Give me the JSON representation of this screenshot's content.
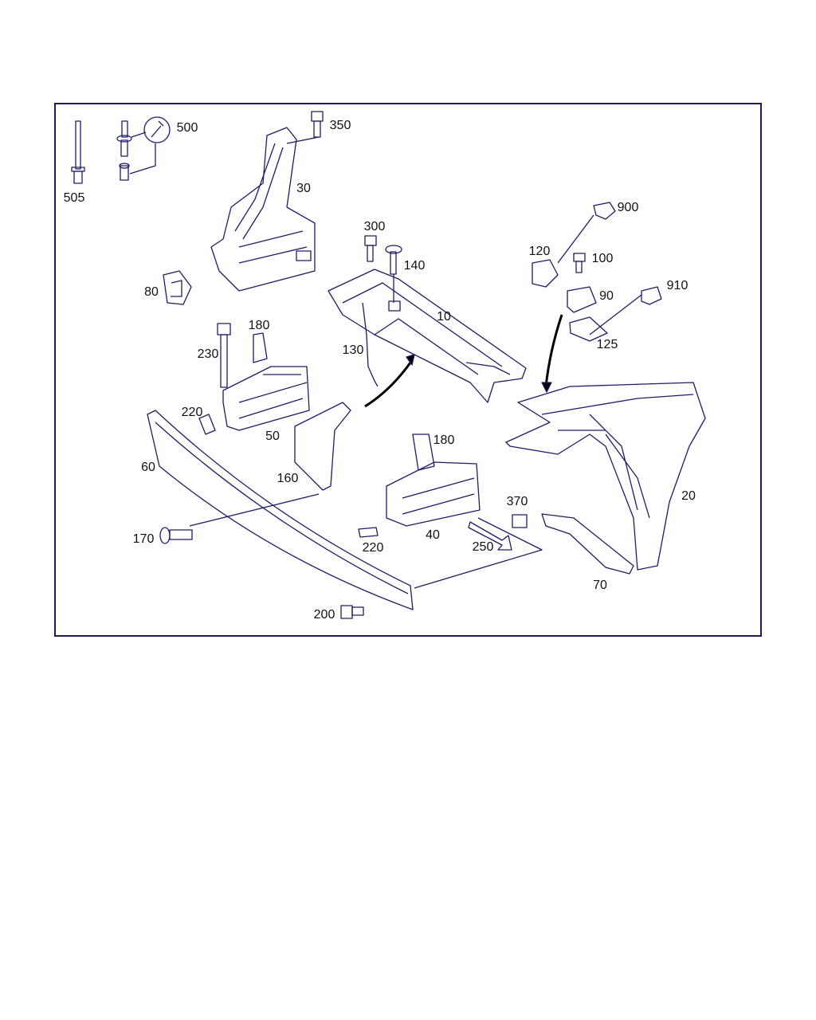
{
  "diagram": {
    "type": "exploded parts diagram",
    "line_color": "#1c1c6a",
    "text_color": "#111111",
    "callouts": [
      "505",
      "500",
      "350",
      "30",
      "300",
      "140",
      "10",
      "900",
      "120",
      "100",
      "910",
      "90",
      "125",
      "80",
      "180",
      "230",
      "130",
      "220",
      "50",
      "60",
      "160",
      "180",
      "370",
      "20",
      "170",
      "220",
      "40",
      "250",
      "70",
      "200"
    ]
  }
}
